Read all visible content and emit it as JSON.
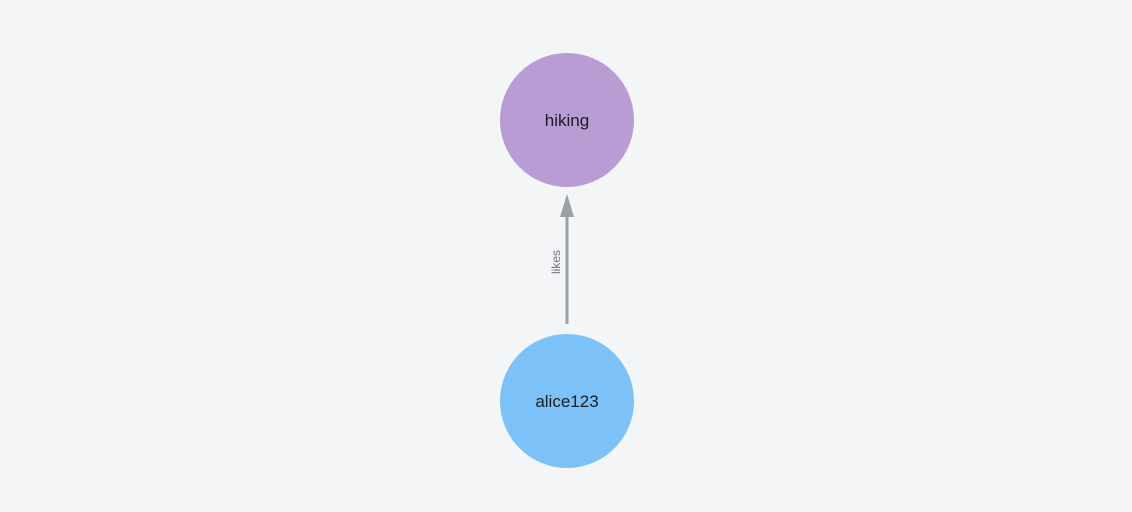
{
  "canvas": {
    "background": "#f4f5f6"
  },
  "graph": {
    "nodes": [
      {
        "id": "hiking",
        "label": "hiking",
        "color": "#b79dd3",
        "text_color": "#1b1d22"
      },
      {
        "id": "alice123",
        "label": "alice123",
        "color": "#7cc1f7",
        "text_color": "#1b1d22"
      }
    ],
    "edge": {
      "label": "likes",
      "from": "alice123",
      "to": "hiking",
      "color": "#9ba0aa",
      "label_color": "#6f737a"
    }
  }
}
